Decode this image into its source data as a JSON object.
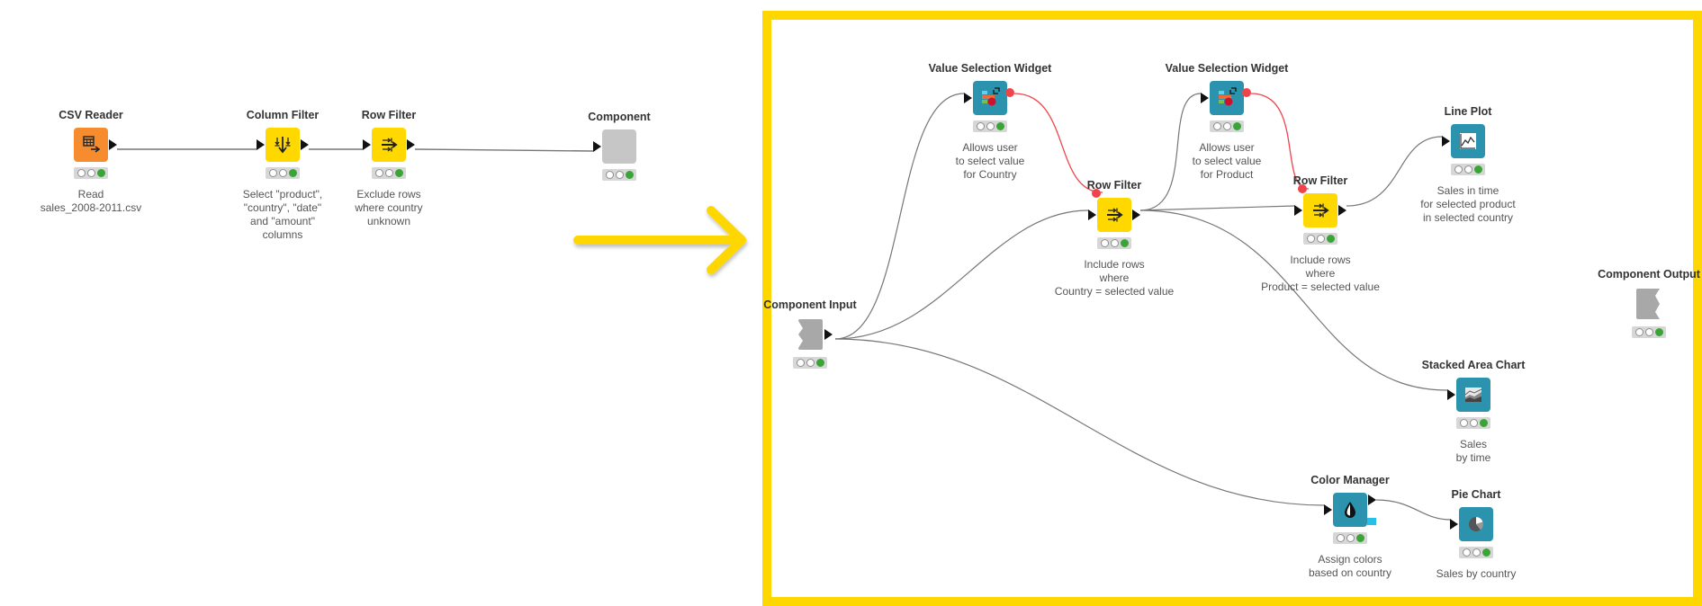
{
  "colors": {
    "frame": "#FFD700",
    "arrow": "#FFD700",
    "wire": "#777777",
    "flow_variable_wire": "#f0444c",
    "status_executed": "#3aa537",
    "reader_node": "#F68C2E",
    "manipulator_node": "#FFD800",
    "view_node": "#2B93AE",
    "component_node": "#c6c6c6"
  },
  "outer_workflow": {
    "nodes": [
      {
        "id": "csv-reader",
        "title": "CSV Reader",
        "icon": "table-arrow-icon",
        "description": "Read\nsales_2008-2011.csv",
        "status": "executed"
      },
      {
        "id": "column-filter",
        "title": "Column Filter",
        "icon": "column-filter-icon",
        "description": "Select \"product\",\n\"country\", \"date\"\nand \"amount\"\ncolumns",
        "status": "executed"
      },
      {
        "id": "row-filter",
        "title": "Row Filter",
        "icon": "row-filter-icon",
        "description": "Exclude rows\nwhere country\nunknown",
        "status": "executed"
      },
      {
        "id": "component",
        "title": "Component",
        "icon": "component-icon",
        "description": "",
        "status": "executed"
      }
    ],
    "connections": [
      [
        "csv-reader",
        "column-filter"
      ],
      [
        "column-filter",
        "row-filter"
      ],
      [
        "row-filter",
        "component"
      ]
    ]
  },
  "expand_arrow": {
    "icon": "right-arrow-icon"
  },
  "component_contents": {
    "nodes": [
      {
        "id": "component-input",
        "title": "Component Input",
        "icon": "component-input-icon",
        "description": "",
        "status": "executed"
      },
      {
        "id": "vsw-country",
        "title": "Value Selection Widget",
        "icon": "value-selection-icon",
        "description": "Allows user\nto select value\nfor Country",
        "status": "executed"
      },
      {
        "id": "row-filter-country",
        "title": "Row Filter",
        "icon": "row-filter-icon",
        "description": "Include rows\nwhere\nCountry = selected value",
        "status": "executed"
      },
      {
        "id": "vsw-product",
        "title": "Value Selection Widget",
        "icon": "value-selection-icon",
        "description": "Allows user\nto select value\nfor Product",
        "status": "executed"
      },
      {
        "id": "row-filter-product",
        "title": "Row Filter",
        "icon": "row-filter-icon",
        "description": "Include rows\nwhere\nProduct = selected value",
        "status": "executed"
      },
      {
        "id": "line-plot",
        "title": "Line Plot",
        "icon": "line-plot-icon",
        "description": "Sales in time\nfor selected product\nin selected country",
        "status": "executed"
      },
      {
        "id": "stacked-area",
        "title": "Stacked Area Chart",
        "icon": "stacked-area-icon",
        "description": "Sales\nby time",
        "status": "executed"
      },
      {
        "id": "color-manager",
        "title": "Color Manager",
        "icon": "color-drop-icon",
        "description": "Assign colors\nbased on country",
        "status": "executed"
      },
      {
        "id": "pie-chart",
        "title": "Pie Chart",
        "icon": "pie-chart-icon",
        "description": "Sales by country",
        "status": "executed"
      },
      {
        "id": "component-output",
        "title": "Component Output",
        "icon": "component-output-icon",
        "description": "",
        "status": "executed"
      }
    ],
    "connections": [
      {
        "from": "component-input",
        "to": "vsw-country",
        "type": "data"
      },
      {
        "from": "component-input",
        "to": "row-filter-country",
        "type": "data"
      },
      {
        "from": "component-input",
        "to": "color-manager",
        "type": "data"
      },
      {
        "from": "vsw-country",
        "to": "row-filter-country",
        "type": "flow-variable"
      },
      {
        "from": "row-filter-country",
        "to": "vsw-product",
        "type": "data"
      },
      {
        "from": "row-filter-country",
        "to": "row-filter-product",
        "type": "data"
      },
      {
        "from": "row-filter-country",
        "to": "stacked-area",
        "type": "data"
      },
      {
        "from": "vsw-product",
        "to": "row-filter-product",
        "type": "flow-variable"
      },
      {
        "from": "row-filter-product",
        "to": "line-plot",
        "type": "data"
      },
      {
        "from": "color-manager",
        "to": "pie-chart",
        "type": "data"
      }
    ]
  }
}
